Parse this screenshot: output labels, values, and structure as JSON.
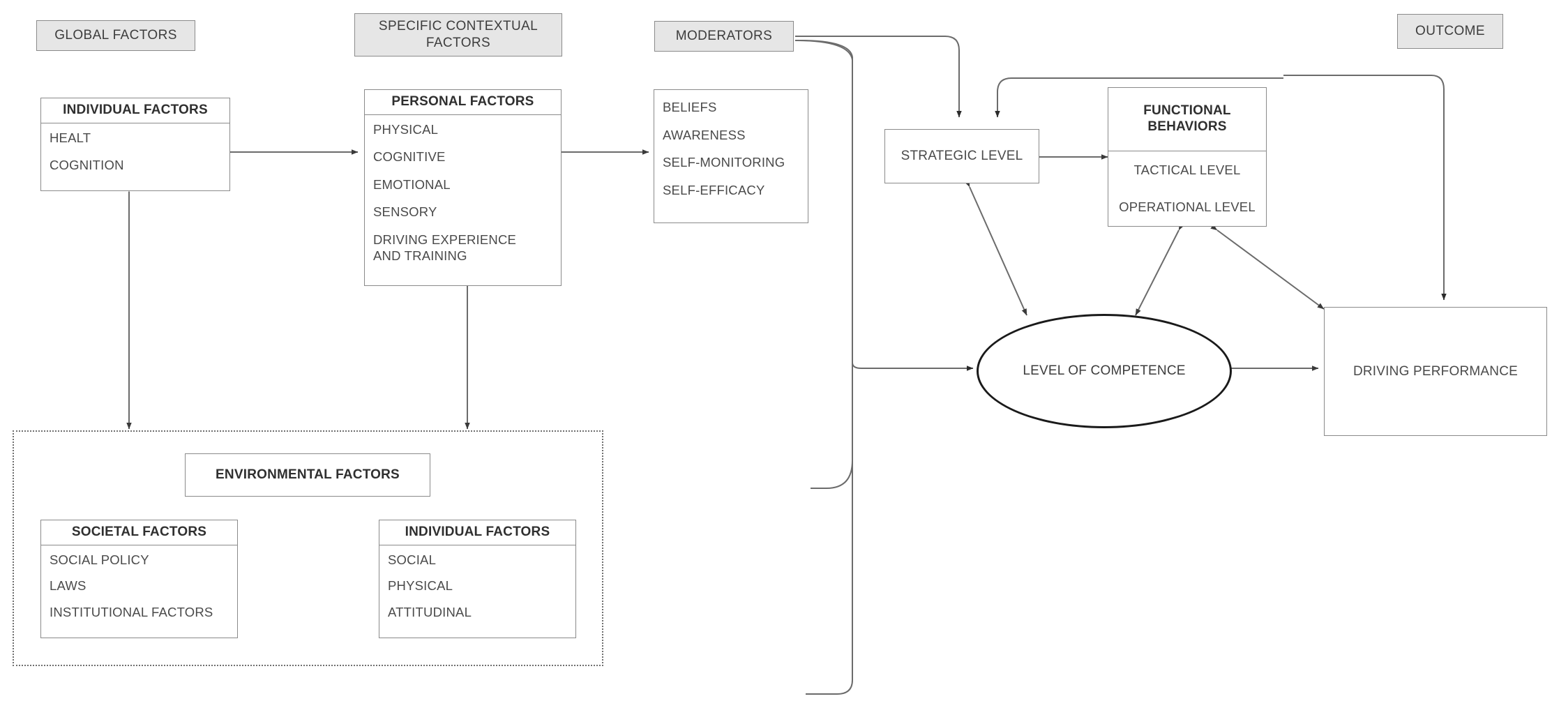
{
  "diagram": {
    "title_banners": [
      {
        "id": "global-factors",
        "label": "GLOBAL FACTORS"
      },
      {
        "id": "specific-contextual-factors",
        "label": "SPECIFIC CONTEXTUAL FACTORS"
      },
      {
        "id": "moderators",
        "label": "MODERATORS"
      },
      {
        "id": "outcome",
        "label": "OUTCOME"
      }
    ],
    "individual_factors": {
      "title": "INDIVIDUAL FACTORS",
      "items": [
        "HEALT",
        "COGNITION"
      ]
    },
    "personal_factors": {
      "title": "PERSONAL FACTORS",
      "items": [
        "PHYSICAL",
        "COGNITIVE",
        "EMOTIONAL",
        "SENSORY",
        "DRIVING EXPERIENCE AND TRAINING"
      ]
    },
    "moderator_factors": {
      "items": [
        "BELIEFS",
        "AWARENESS",
        "SELF-MONITORING",
        "SELF-EFFICACY"
      ]
    },
    "strategic_level": {
      "label": "STRATEGIC LEVEL"
    },
    "functional_behaviors": {
      "title": "FUNCTIONAL BEHAVIORS",
      "levels": [
        "TACTICAL LEVEL",
        "OPERATIONAL LEVEL"
      ]
    },
    "level_of_competence": {
      "label": "LEVEL OF COMPETENCE"
    },
    "driving_performance": {
      "label": "DRIVING PERFORMANCE"
    },
    "environmental": {
      "title": "ENVIRONMENTAL FACTORS",
      "societal": {
        "title": "SOCIETAL FACTORS",
        "items": [
          "SOCIAL POLICY",
          "LAWS",
          "INSTITUTIONAL FACTORS"
        ]
      },
      "individual": {
        "title": "INDIVIDUAL FACTORS",
        "items": [
          "SOCIAL",
          "PHYSICAL",
          "ATTITUDINAL"
        ]
      }
    },
    "colors": {
      "banner_fill": "#e6e6e6",
      "border": "#8a8a8a",
      "ellipse_border": "#1a1a1a",
      "text": "#4a4a4a",
      "connector": "#6b6b6b"
    }
  }
}
